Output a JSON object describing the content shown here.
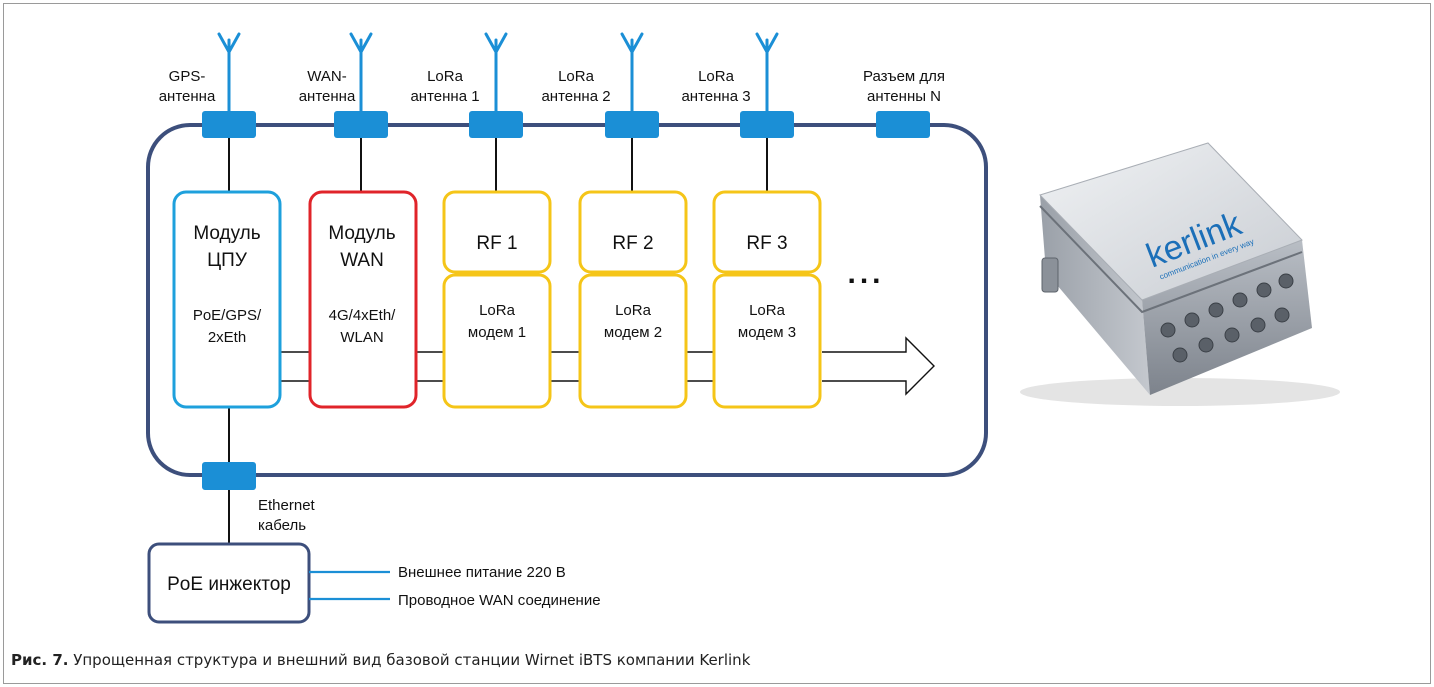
{
  "antennas": [
    {
      "line1": "GPS-",
      "line2": "антенна"
    },
    {
      "line1": "WAN-",
      "line2": "антенна"
    },
    {
      "line1": "LoRa",
      "line2": "антенна 1"
    },
    {
      "line1": "LoRa",
      "line2": "антенна 2"
    },
    {
      "line1": "LoRa",
      "line2": "антенна 3"
    },
    {
      "line1": "Разъем для",
      "line2": "антенны N"
    }
  ],
  "modules": {
    "cpu": {
      "title1": "Модуль",
      "title2": "ЦПУ",
      "sub1": "PoE/GPS/",
      "sub2": "2xEth",
      "color": "#1ea0dc"
    },
    "wan": {
      "title1": "Модуль",
      "title2": "WAN",
      "sub1": "4G/4xEth/",
      "sub2": "WLAN",
      "color": "#e0242a"
    },
    "rf": [
      {
        "title": "RF 1",
        "modem1": "LoRa",
        "modem2": "модем 1"
      },
      {
        "title": "RF 2",
        "modem1": "LoRa",
        "modem2": "модем 2"
      },
      {
        "title": "RF 3",
        "modem1": "LoRa",
        "modem2": "модем 3"
      }
    ],
    "rf_color": "#f5c518"
  },
  "ellipsis": "...",
  "ethernet": {
    "line1": "Ethernet",
    "line2": "кабель"
  },
  "poe": {
    "label": "PoE инжектор"
  },
  "power": {
    "label": "Внешнее питание 220 В"
  },
  "wired_wan": {
    "label": "Проводное WAN соединение"
  },
  "photo": {
    "brand": "kerlink",
    "tagline": "communication in every way"
  },
  "caption": {
    "prefix": "Рис. 7.",
    "text": " Упрощенная структура и внешний вид базовой станции Wirnet iBTS компании Kerlink"
  },
  "colors": {
    "enclosure": "#3d4f7c",
    "connector": "#1b8fd6",
    "line": "#111111"
  }
}
